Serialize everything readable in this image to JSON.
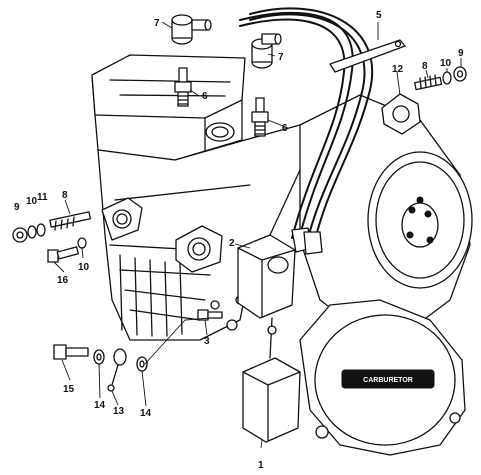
{
  "callouts": {
    "n1": "1",
    "n2": "2",
    "n3": "3",
    "n5": "5",
    "n6a": "6",
    "n6b": "6",
    "n7a": "7",
    "n7b": "7",
    "n8a": "8",
    "n8b": "8",
    "n9a": "9",
    "n9b": "9",
    "n10a": "10",
    "n10b": "10",
    "n10c": "10",
    "n11": "11",
    "n12": "12",
    "n13": "13",
    "n14a": "14",
    "n14b": "14",
    "n15": "15",
    "n16": "16"
  },
  "cover_badge": "CARBURETOR"
}
